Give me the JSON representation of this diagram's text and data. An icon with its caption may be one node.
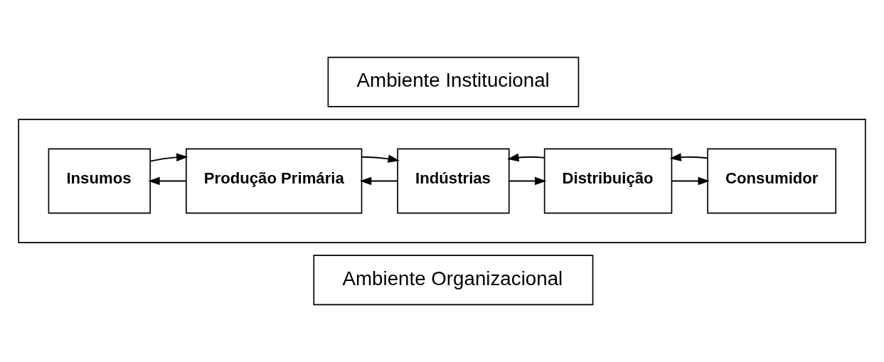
{
  "diagram": {
    "nodes": [
      {
        "text": [
          "Ambiente Institucional"
        ]
      },
      {
        "text": [],
        "shape": "box"
      },
      {
        "text": [
          "Insumos"
        ],
        "in": 1
      },
      {
        "text": [
          "Produção Primária"
        ],
        "in": 1
      },
      {
        "text": [
          "Indústrias"
        ],
        "in": 1
      },
      {
        "text": [
          "Distribuição"
        ],
        "in": 1
      },
      {
        "text": [
          "Consumidor"
        ],
        "in": 1
      },
      {
        "text": [
          "Ambiente Organizacional"
        ]
      }
    ],
    "edges": [
      {
        "from": 3,
        "to": 2,
        "arrow": "to"
      },
      {
        "from": 2,
        "to": 3,
        "arrow": "to"
      },
      {
        "from": 4,
        "to": 3,
        "arrow": "to"
      },
      {
        "from": 3,
        "to": 4,
        "arrow": "to"
      },
      {
        "from": 4,
        "to": 5,
        "arrow": "to"
      },
      {
        "from": 5,
        "to": 4,
        "arrow": "to"
      },
      {
        "from": 5,
        "to": 6,
        "arrow": "to"
      },
      {
        "from": 6,
        "to": 5,
        "arrow": "to"
      }
    ]
  }
}
